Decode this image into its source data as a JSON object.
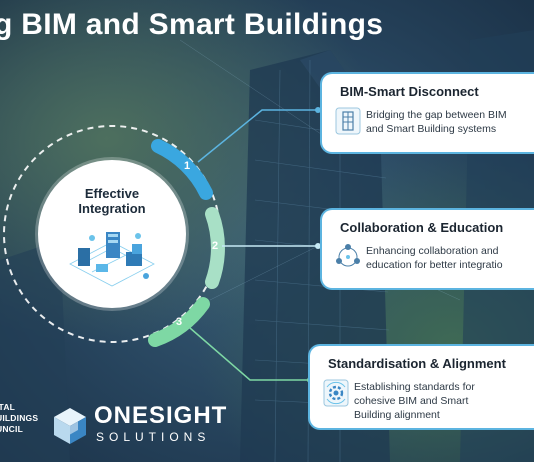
{
  "header": {
    "title": "g BIM and Smart Buildings"
  },
  "center": {
    "line1": "Effective",
    "line2": "Integration"
  },
  "steps": [
    {
      "number": "1",
      "title": "BIM-Smart Disconnect",
      "desc_line1": "Bridging the gap between BIM",
      "desc_line2": "and Smart Building systems",
      "icon": "building-blueprint-icon"
    },
    {
      "number": "2",
      "title": "Collaboration & Education",
      "desc_line1": "Enhancing collaboration and",
      "desc_line2": "education for better integratio",
      "icon": "people-network-icon"
    },
    {
      "number": "3",
      "title": "Standardisation & Alignment",
      "desc_line1": "Establishing standards for",
      "desc_line2": "cohesive BIM and Smart",
      "desc_line3": "Building alignment",
      "icon": "gear-cycle-icon"
    }
  ],
  "footer": {
    "council_line1": "ITAL",
    "council_line2": "UILDINGS",
    "council_line3": "UNCIL",
    "brand_top": "ONESIGHT",
    "brand_bottom": "SOLUTIONS"
  },
  "colors": {
    "accent": "#5cb4e0",
    "arc1": "#3aa7e0",
    "arc2": "#a8e0c6",
    "arc3": "#7ed8a4"
  }
}
